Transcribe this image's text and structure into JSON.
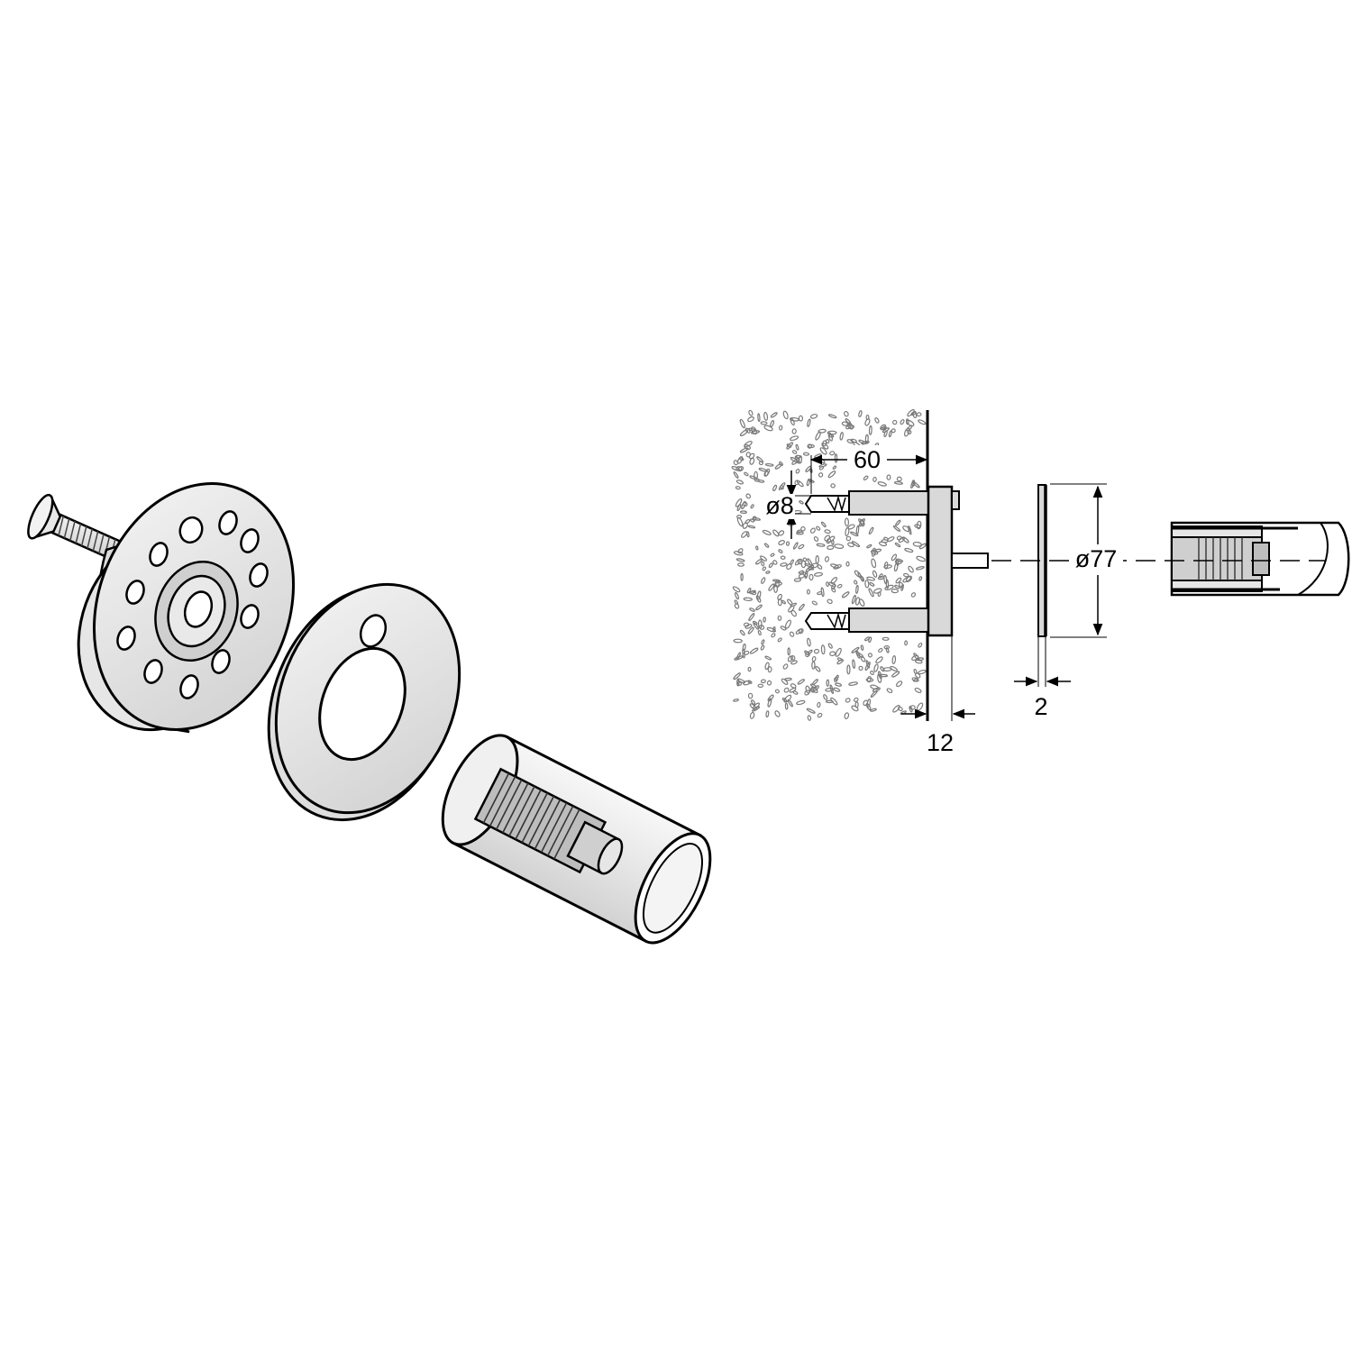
{
  "dimensions": {
    "depth_label": "60",
    "hole_diameter_label": "ø8",
    "rosette_diameter_label": "ø77",
    "rosette_thickness_label": "2",
    "base_thickness_label": "12"
  },
  "colors": {
    "line": "#000000",
    "part_fill": "#d9d9d9",
    "part_shade": "#bdbdbd",
    "wall_speckle": "#7a7a7a",
    "background": "#ffffff"
  },
  "icons": [
    "screw-icon",
    "mounting-plate-icon",
    "rosette-icon",
    "tube-insert-icon"
  ]
}
